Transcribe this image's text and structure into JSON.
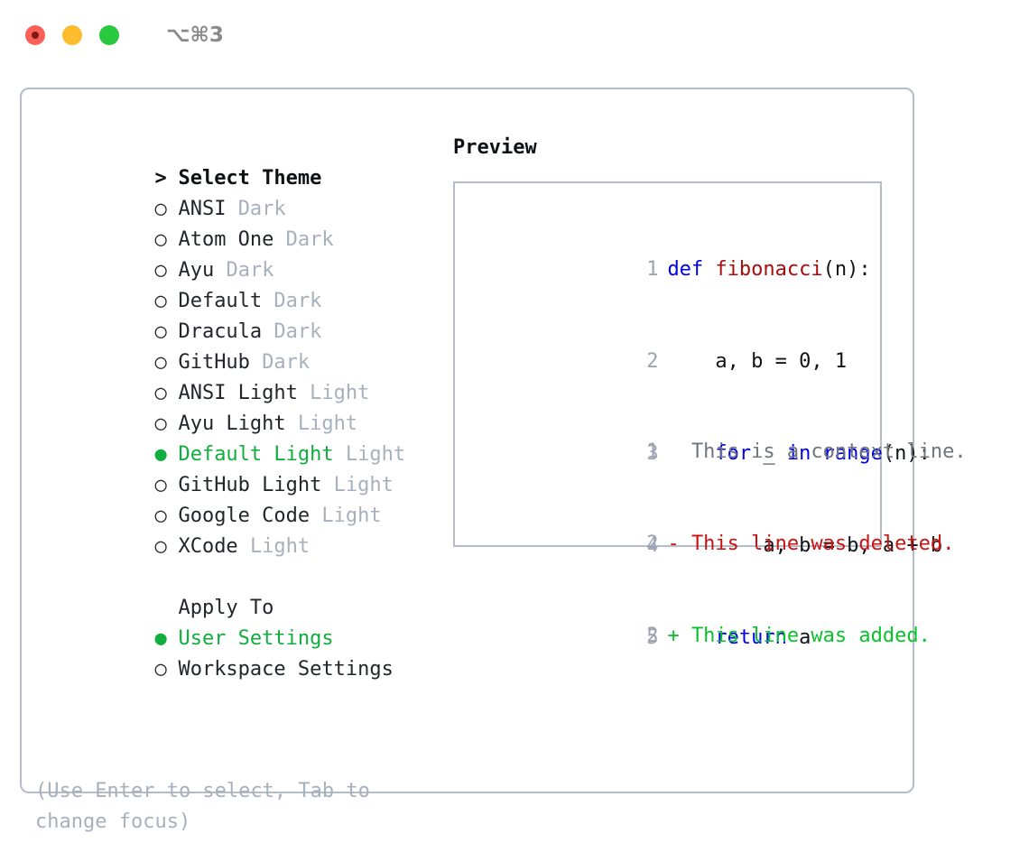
{
  "titlebar": {
    "shortcut": "⌥⌘3",
    "buttons": [
      {
        "name": "close",
        "color": "#fb6058"
      },
      {
        "name": "minimize",
        "color": "#fcbc2c"
      },
      {
        "name": "maximize",
        "color": "#28c83f"
      }
    ]
  },
  "theme_picker": {
    "header": {
      "marker": "> ",
      "label": "Select Theme"
    },
    "items": [
      {
        "marker": "○ ",
        "label": "ANSI",
        "tag": "Dark",
        "selected": false
      },
      {
        "marker": "○ ",
        "label": "Atom One",
        "tag": "Dark",
        "selected": false
      },
      {
        "marker": "○ ",
        "label": "Ayu",
        "tag": "Dark",
        "selected": false
      },
      {
        "marker": "○ ",
        "label": "Default",
        "tag": "Dark",
        "selected": false
      },
      {
        "marker": "○ ",
        "label": "Dracula",
        "tag": "Dark",
        "selected": false
      },
      {
        "marker": "○ ",
        "label": "GitHub",
        "tag": "Dark",
        "selected": false
      },
      {
        "marker": "○ ",
        "label": "ANSI Light",
        "tag": "Light",
        "selected": false
      },
      {
        "marker": "○ ",
        "label": "Ayu Light",
        "tag": "Light",
        "selected": false
      },
      {
        "marker": "● ",
        "label": "Default Light",
        "tag": "Light",
        "selected": true
      },
      {
        "marker": "○ ",
        "label": "GitHub Light",
        "tag": "Light",
        "selected": false
      },
      {
        "marker": "○ ",
        "label": "Google Code",
        "tag": "Light",
        "selected": false
      },
      {
        "marker": "○ ",
        "label": "XCode",
        "tag": "Light",
        "selected": false
      }
    ]
  },
  "apply_to": {
    "header": {
      "marker": "  ",
      "label": "Apply To"
    },
    "items": [
      {
        "marker": "● ",
        "label": "User Settings",
        "selected": true
      },
      {
        "marker": "○ ",
        "label": "Workspace Settings",
        "selected": false
      }
    ]
  },
  "hint": "(Use Enter to select, Tab to change focus)",
  "preview": {
    "title": "Preview",
    "code_lines": [
      {
        "no": "1",
        "tokens": [
          {
            "t": "def ",
            "c": "kw"
          },
          {
            "t": "fibonacci",
            "c": "fn"
          },
          {
            "t": "(n):",
            "c": "plain"
          }
        ]
      },
      {
        "no": "2",
        "tokens": [
          {
            "t": "    a, b = 0, 1",
            "c": "plain"
          }
        ]
      },
      {
        "no": "3",
        "tokens": [
          {
            "t": "    ",
            "c": "plain"
          },
          {
            "t": "for",
            "c": "kw"
          },
          {
            "t": " _ ",
            "c": "plain"
          },
          {
            "t": "in",
            "c": "kw"
          },
          {
            "t": " ",
            "c": "plain"
          },
          {
            "t": "range",
            "c": "kw"
          },
          {
            "t": "(n):",
            "c": "plain"
          }
        ]
      },
      {
        "no": "4",
        "tokens": [
          {
            "t": "        a, b = b, a + b",
            "c": "plain"
          }
        ]
      },
      {
        "no": "5",
        "tokens": [
          {
            "t": "    ",
            "c": "plain"
          },
          {
            "t": "return",
            "c": "kw"
          },
          {
            "t": " a",
            "c": "plain"
          }
        ]
      }
    ],
    "diff_lines": [
      {
        "no": "1",
        "sign": "  ",
        "text": "This is a context line.",
        "kind": "ctx"
      },
      {
        "no": "2",
        "sign": "- ",
        "text": "This line was deleted.",
        "kind": "del"
      },
      {
        "no": "2",
        "sign": "+ ",
        "text": "This line was added.",
        "kind": "add"
      }
    ]
  },
  "colors": {
    "accent_green": "#0fae3e",
    "muted_gray": "#a7b0bd",
    "keyword_blue": "#0000ee",
    "function_red": "#aa0c0c",
    "diff_add_green": "#09c22c",
    "diff_del_red": "#cc1111",
    "border_gray": "#b3bcc8"
  }
}
